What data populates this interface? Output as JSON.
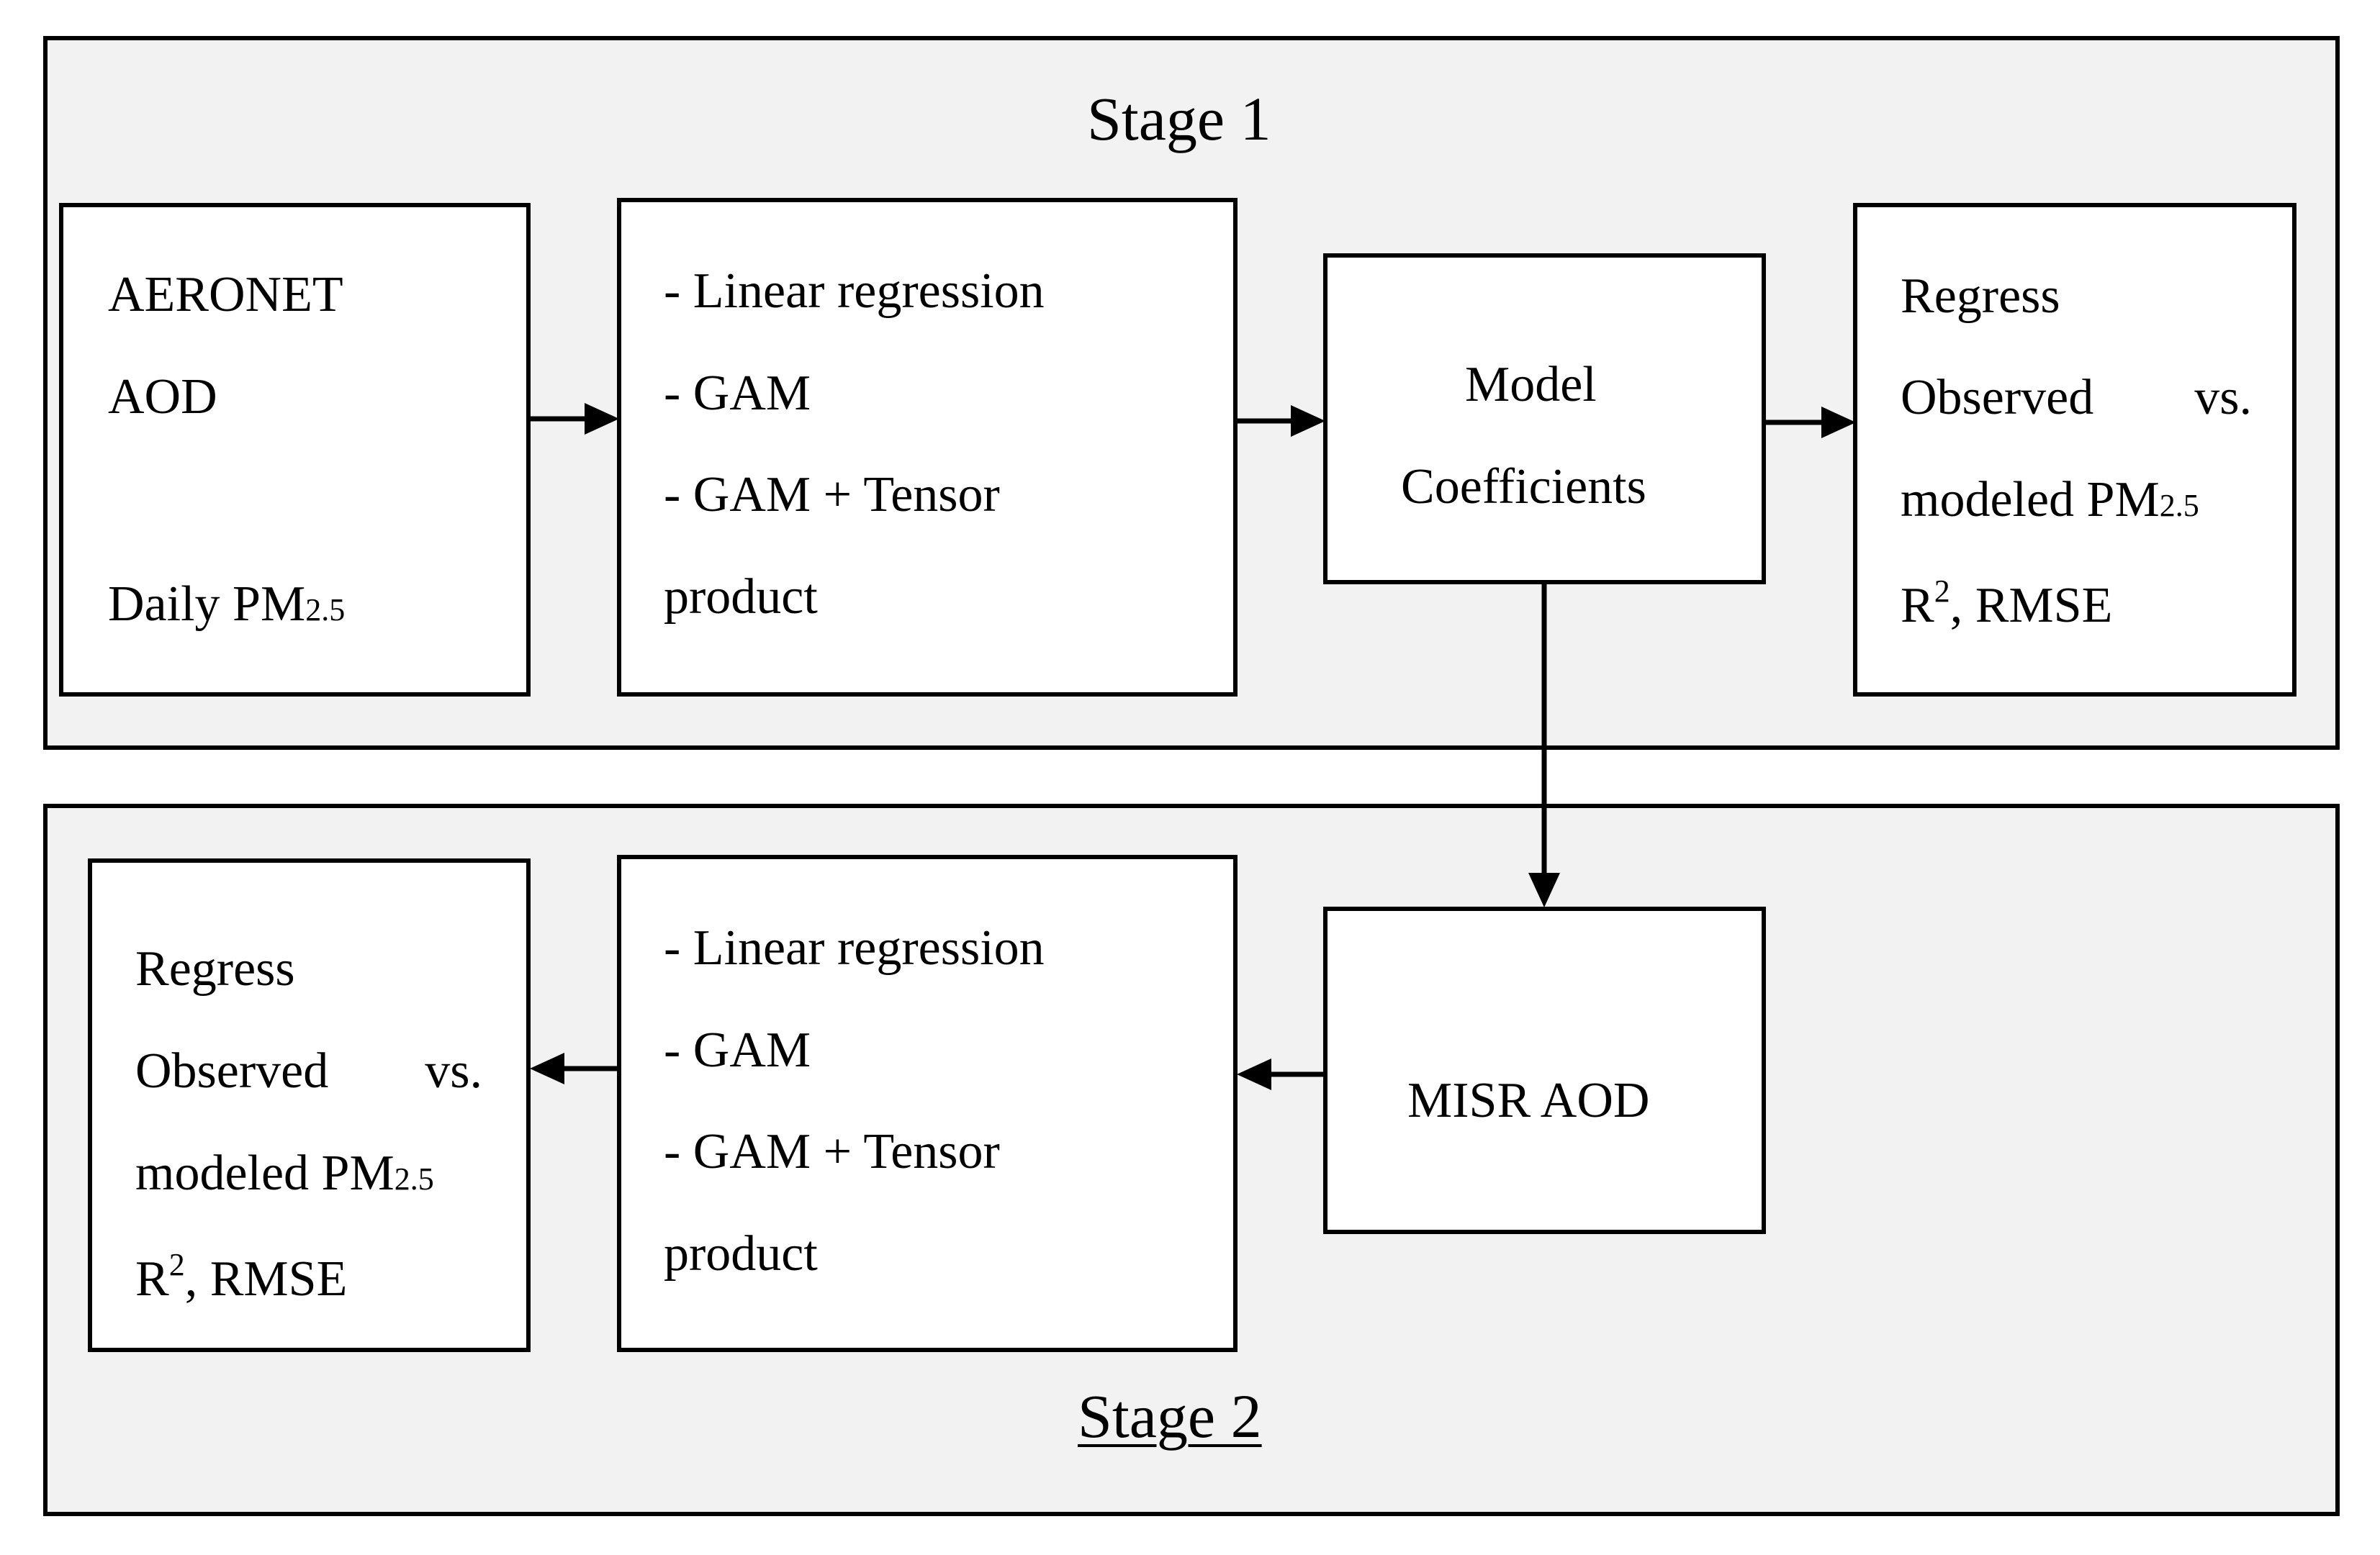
{
  "stage1": {
    "title": "Stage 1",
    "input_box": {
      "line1": "AERONET",
      "line2": "AOD",
      "line3": "Daily PM",
      "line3_sub": "2.5"
    },
    "models_box": {
      "line1": "- Linear regression",
      "line2": "- GAM",
      "line3": "- GAM + Tensor",
      "line4": "product"
    },
    "coefficients_box": {
      "line1": "Model",
      "line2": "Coefficients"
    },
    "evaluation_box": {
      "line1": "Regress",
      "line2a": "Observed",
      "line2b": "vs.",
      "line3": "modeled PM",
      "line3_sub": "2.5",
      "line4a": "R",
      "line4_sup": "2",
      "line4b": ", RMSE"
    }
  },
  "stage2": {
    "title": "Stage 2",
    "input_box": {
      "line1": "MISR AOD"
    },
    "models_box": {
      "line1": "- Linear regression",
      "line2": "- GAM",
      "line3": "- GAM + Tensor",
      "line4": "product"
    },
    "evaluation_box": {
      "line1": "Regress",
      "line2a": "Observed",
      "line2b": "vs.",
      "line3": "modeled PM",
      "line3_sub": "2.5",
      "line4a": "R",
      "line4_sup": "2",
      "line4b": ", RMSE"
    }
  }
}
